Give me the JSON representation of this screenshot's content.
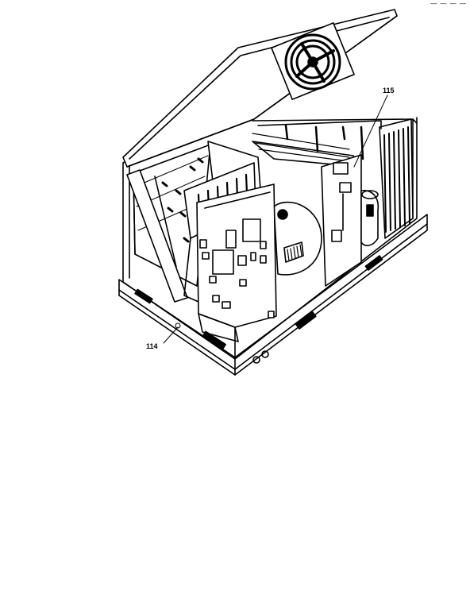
{
  "diagram": {
    "callouts": [
      {
        "id": "115",
        "label": "115"
      },
      {
        "id": "114",
        "label": "114"
      }
    ],
    "corner_mark": "— — — —"
  }
}
